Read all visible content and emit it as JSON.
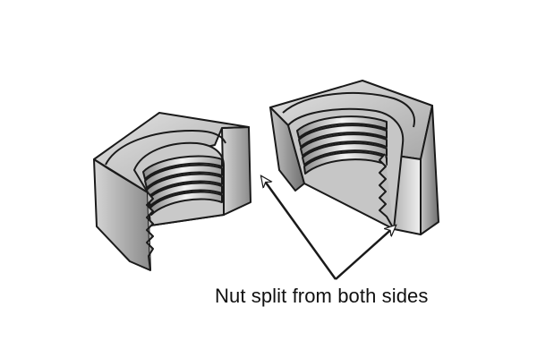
{
  "diagram": {
    "caption": "Nut split from both sides",
    "colors": {
      "outline": "#1a1a1a",
      "metal_light": "#f2f2f2",
      "metal_mid": "#bdbdbd",
      "metal_dark": "#7a7a7a",
      "background": "#ffffff"
    },
    "icons": [
      "left-nut-half-illustration",
      "right-nut-half-illustration",
      "arrow-icon"
    ]
  }
}
